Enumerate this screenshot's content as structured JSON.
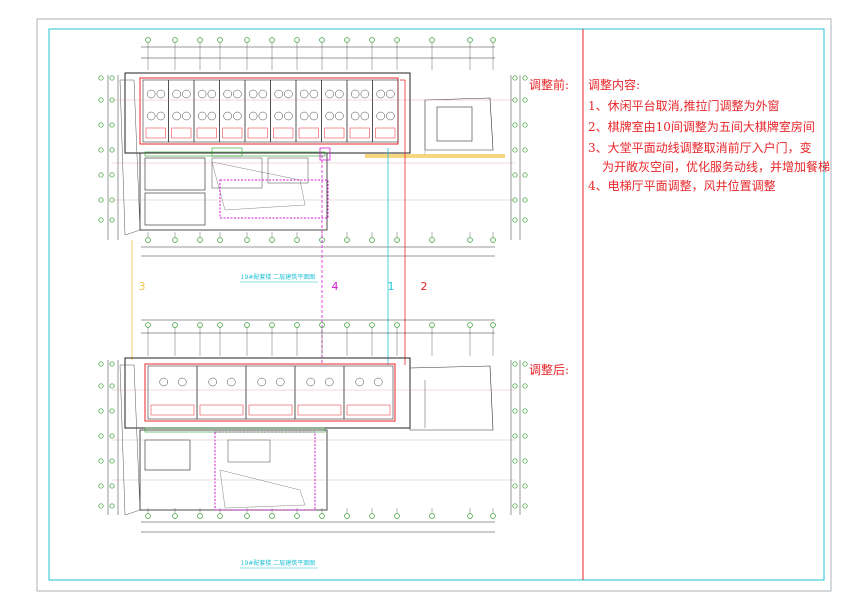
{
  "labels": {
    "before": "调整前:",
    "after": "调整后:",
    "content_heading": "调整内容:",
    "items": [
      "1、休闲平台取消,推拉门调整为外窗",
      "2、棋牌室由10间调整为五间大棋牌室房间",
      "3、大堂平面动线调整取消前厅入户门，变",
      "为开敞灰空间，优化服务动线，并增加餐梯",
      "4、电梯厅平面调整，风井位置调整"
    ]
  },
  "plan_titles": {
    "top": "19#配套楼 二层建筑平面图",
    "bottom": "19#配套楼 二层建筑平面图"
  },
  "markers": {
    "m1": "1",
    "m2": "2",
    "m3": "3",
    "m4": "4"
  },
  "colors": {
    "frame": "#22c3d6",
    "divider": "#e8262a",
    "red_text": "#e8262a",
    "magenta": "#d21ad2",
    "yellow": "#f2c44a",
    "green": "#2e9c2e"
  }
}
